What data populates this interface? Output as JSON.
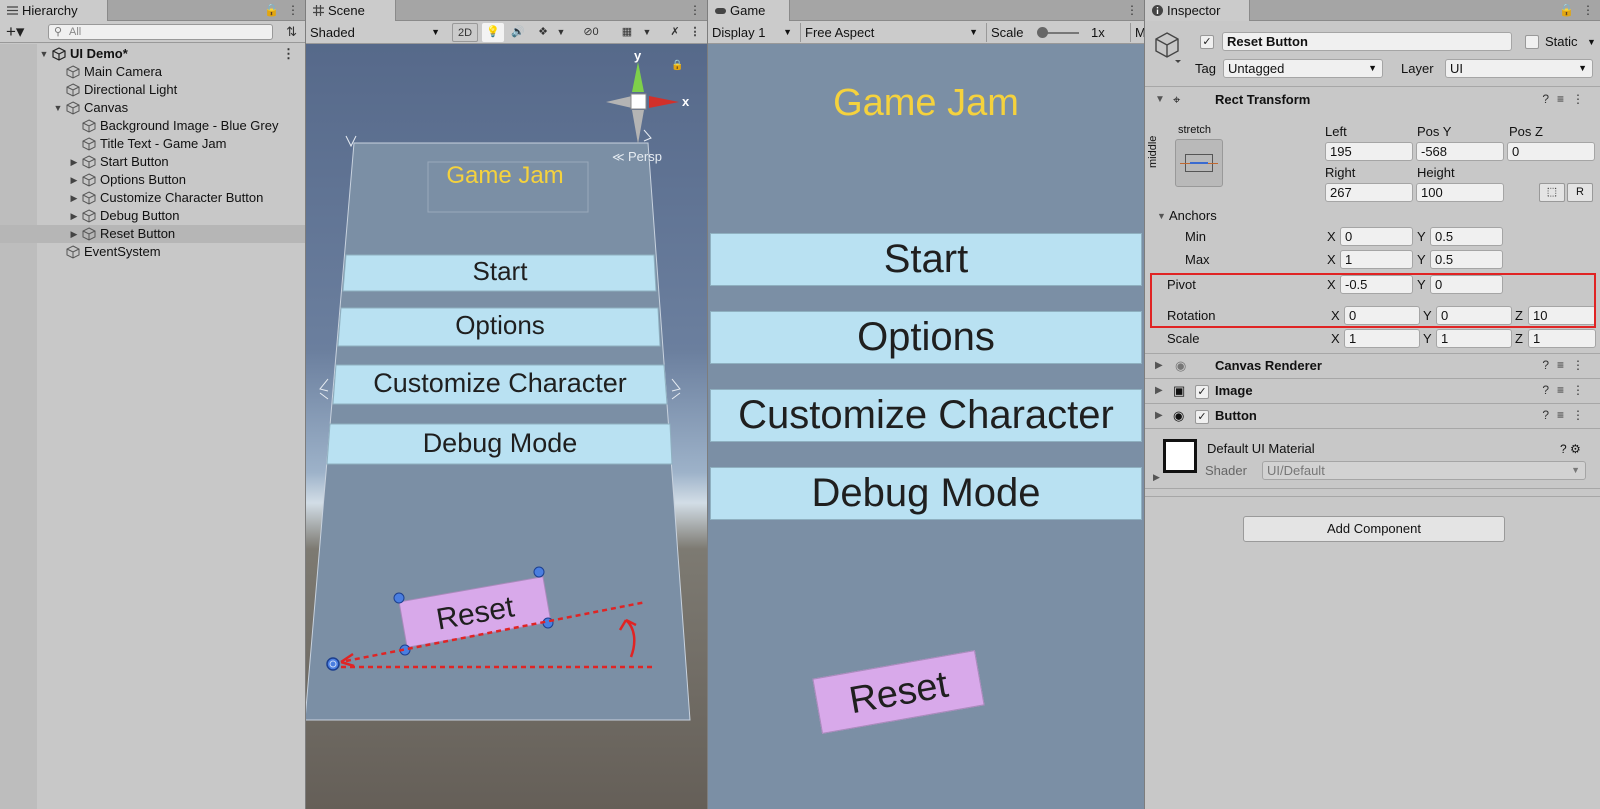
{
  "hierarchy": {
    "tab": "Hierarchy",
    "search_placeholder": "All",
    "rows": [
      {
        "label": "UI Demo*",
        "depth": 0,
        "arrow": "down",
        "scene": true
      },
      {
        "label": "Main Camera",
        "depth": 1,
        "arrow": ""
      },
      {
        "label": "Directional Light",
        "depth": 1,
        "arrow": ""
      },
      {
        "label": "Canvas",
        "depth": 1,
        "arrow": "down"
      },
      {
        "label": "Background Image - Blue Grey",
        "depth": 2,
        "arrow": ""
      },
      {
        "label": "Title Text - Game Jam",
        "depth": 2,
        "arrow": ""
      },
      {
        "label": "Start Button",
        "depth": 2,
        "arrow": "right"
      },
      {
        "label": "Options Button",
        "depth": 2,
        "arrow": "right"
      },
      {
        "label": "Customize Character Button",
        "depth": 2,
        "arrow": "right"
      },
      {
        "label": "Debug Button",
        "depth": 2,
        "arrow": "right"
      },
      {
        "label": "Reset Button",
        "depth": 2,
        "arrow": "right",
        "selected": true
      },
      {
        "label": "EventSystem",
        "depth": 1,
        "arrow": ""
      }
    ]
  },
  "scene": {
    "tab": "Scene",
    "shading": "Shaded",
    "mode_2d": "2D",
    "hidden_count": "0",
    "persp_label": "Persp",
    "gizmo_y": "y",
    "gizmo_x": "x",
    "title": "Game Jam",
    "buttons": [
      "Start",
      "Options",
      "Customize Character",
      "Debug Mode"
    ],
    "reset": "Reset"
  },
  "game": {
    "tab": "Game",
    "display": "Display 1",
    "aspect": "Free Aspect",
    "scale_label": "Scale",
    "scale_value": "1x",
    "extra": "M",
    "title": "Game Jam",
    "buttons": [
      "Start",
      "Options",
      "Customize Character",
      "Debug Mode"
    ],
    "reset": "Reset"
  },
  "inspector": {
    "tab": "Inspector",
    "object_name": "Reset Button",
    "static_label": "Static",
    "tag_label": "Tag",
    "tag_value": "Untagged",
    "layer_label": "Layer",
    "layer_value": "UI",
    "rect_transform": "Rect Transform",
    "anchor_preset_top": "stretch",
    "anchor_preset_side": "middle",
    "left_label": "Left",
    "left_value": "195",
    "posy_label": "Pos Y",
    "posy_value": "-568",
    "posz_label": "Pos Z",
    "posz_value": "0",
    "right_label": "Right",
    "right_value": "267",
    "height_label": "Height",
    "height_value": "100",
    "raw_button": "R",
    "anchors_label": "Anchors",
    "min_label": "Min",
    "min_x": "0",
    "min_y": "0.5",
    "max_label": "Max",
    "max_x": "1",
    "max_y": "0.5",
    "pivot_label": "Pivot",
    "pivot_x": "-0.5",
    "pivot_y": "0",
    "rotation_label": "Rotation",
    "rot_x": "0",
    "rot_y": "0",
    "rot_z": "10",
    "scale_label": "Scale",
    "scale_x": "1",
    "scale_y": "1",
    "scale_z": "1",
    "x": "X",
    "y": "Y",
    "z": "Z",
    "canvas_renderer": "Canvas Renderer",
    "image": "Image",
    "button": "Button",
    "material_name": "Default UI Material",
    "shader_label": "Shader",
    "shader_value": "UI/Default",
    "add_component": "Add Component",
    "highlight_color": "#e02424"
  },
  "colors": {
    "title_yellow": "#f5d23d",
    "button_blue": "#b9e1f2",
    "reset_purple": "#d8a9ea",
    "background_blue_grey": "#7b8fa5"
  }
}
